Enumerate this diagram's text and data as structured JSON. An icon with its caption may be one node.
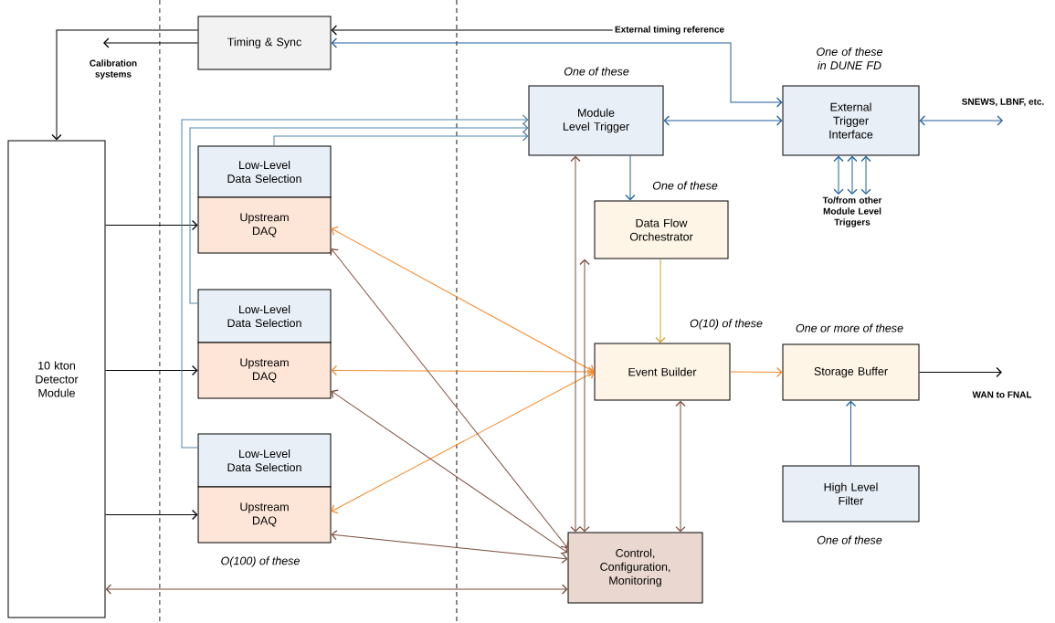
{
  "diagram": {
    "nodes": [
      {
        "text": [
          "Timing & Sync"
        ]
      },
      {
        "text": [
          "10 kton Detector Module"
        ]
      },
      {
        "text": [
          "Low-Level Data Selection"
        ]
      },
      {
        "text": [
          "Upstream DAQ"
        ]
      },
      {
        "text": [
          "Low-Level Data Selection"
        ]
      },
      {
        "text": [
          "Upstream DAQ"
        ]
      },
      {
        "text": [
          "Low-Level Data Selection"
        ]
      },
      {
        "text": [
          "Upstream DAQ"
        ],
        "beside": [
          "O(100) of these"
        ]
      },
      {
        "text": [
          "Module Level Trigger"
        ],
        "beside": [
          "One of these"
        ]
      },
      {
        "text": [
          "External Trigger Interface"
        ],
        "beside": [
          "One of these in DUNE FD"
        ]
      },
      {
        "text": [
          "Data Flow Orchestrator"
        ],
        "beside": [
          "One of these"
        ]
      },
      {
        "text": [
          "Event Builder"
        ],
        "beside": [
          "O(10) of these"
        ]
      },
      {
        "text": [
          "Storage Buffer"
        ],
        "beside": [
          "One or more of these"
        ]
      },
      {
        "text": [
          "High Level Filter"
        ],
        "beside": [
          "One of these"
        ]
      },
      {
        "text": [
          "Control, Configuration, Monitoring"
        ]
      },
      {
        "text": [
          "Calibration systems"
        ]
      },
      {
        "text": [
          "External timing reference"
        ]
      },
      {
        "text": [
          "SNEWS, LBNF, etc."
        ]
      },
      {
        "text": [
          "To/from other Module Level Triggers"
        ]
      },
      {
        "text": [
          "WAN to FNAL"
        ]
      }
    ],
    "edges": [
      {
        "from": 16,
        "to": 0,
        "arrow": "to",
        "color": "#000000"
      },
      {
        "from": 0,
        "to": 9,
        "arrow": "both",
        "color": "#1f5f99"
      },
      {
        "from": 0,
        "to": 15,
        "arrow": "to",
        "color": "#000000"
      },
      {
        "from": 0,
        "to": 1,
        "arrow": "to",
        "color": "#000000"
      },
      {
        "from": 1,
        "to": 3,
        "arrow": "to",
        "color": "#000000"
      },
      {
        "from": 1,
        "to": 5,
        "arrow": "to",
        "color": "#000000"
      },
      {
        "from": 1,
        "to": 7,
        "arrow": "to",
        "color": "#000000"
      },
      {
        "from": 2,
        "to": 8,
        "arrow": "to",
        "color": "#4f86ad"
      },
      {
        "from": 4,
        "to": 8,
        "arrow": "to",
        "color": "#4f86ad"
      },
      {
        "from": 6,
        "to": 8,
        "arrow": "to",
        "color": "#4f86ad"
      },
      {
        "from": 8,
        "to": 9,
        "arrow": "both",
        "color": "#1f5f99"
      },
      {
        "from": 9,
        "to": 17,
        "arrow": "both",
        "color": "#1f5f99"
      },
      {
        "from": 9,
        "to": 18,
        "arrow": "both",
        "color": "#1f5f99"
      },
      {
        "from": 9,
        "to": 18,
        "arrow": "both",
        "color": "#1f5f99"
      },
      {
        "from": 9,
        "to": 18,
        "arrow": "both",
        "color": "#1f5f99"
      },
      {
        "from": 8,
        "to": 10,
        "arrow": "to",
        "color": "#1f5f99"
      },
      {
        "from": 10,
        "to": 11,
        "arrow": "to",
        "color": "#c9a227"
      },
      {
        "from": 11,
        "to": 3,
        "arrow": "both",
        "color": "#f58a2b"
      },
      {
        "from": 11,
        "to": 5,
        "arrow": "both",
        "color": "#f58a2b"
      },
      {
        "from": 11,
        "to": 7,
        "arrow": "both",
        "color": "#f58a2b"
      },
      {
        "from": 11,
        "to": 12,
        "arrow": "to",
        "color": "#f58a2b"
      },
      {
        "from": 13,
        "to": 12,
        "arrow": "to",
        "color": "#1f5f99"
      },
      {
        "from": 12,
        "to": 19,
        "arrow": "to",
        "color": "#000000"
      },
      {
        "from": 14,
        "to": 8,
        "arrow": "both",
        "color": "#7a4b3a"
      },
      {
        "from": 14,
        "to": 10,
        "arrow": "both",
        "color": "#7a4b3a"
      },
      {
        "from": 14,
        "to": 11,
        "arrow": "both",
        "color": "#7a4b3a"
      },
      {
        "from": 14,
        "to": 3,
        "arrow": "both",
        "color": "#7a4b3a"
      },
      {
        "from": 14,
        "to": 5,
        "arrow": "both",
        "color": "#7a4b3a"
      },
      {
        "from": 14,
        "to": 7,
        "arrow": "both",
        "color": "#7a4b3a"
      },
      {
        "from": 14,
        "to": 1,
        "arrow": "both",
        "color": "#7a4b3a"
      }
    ]
  }
}
